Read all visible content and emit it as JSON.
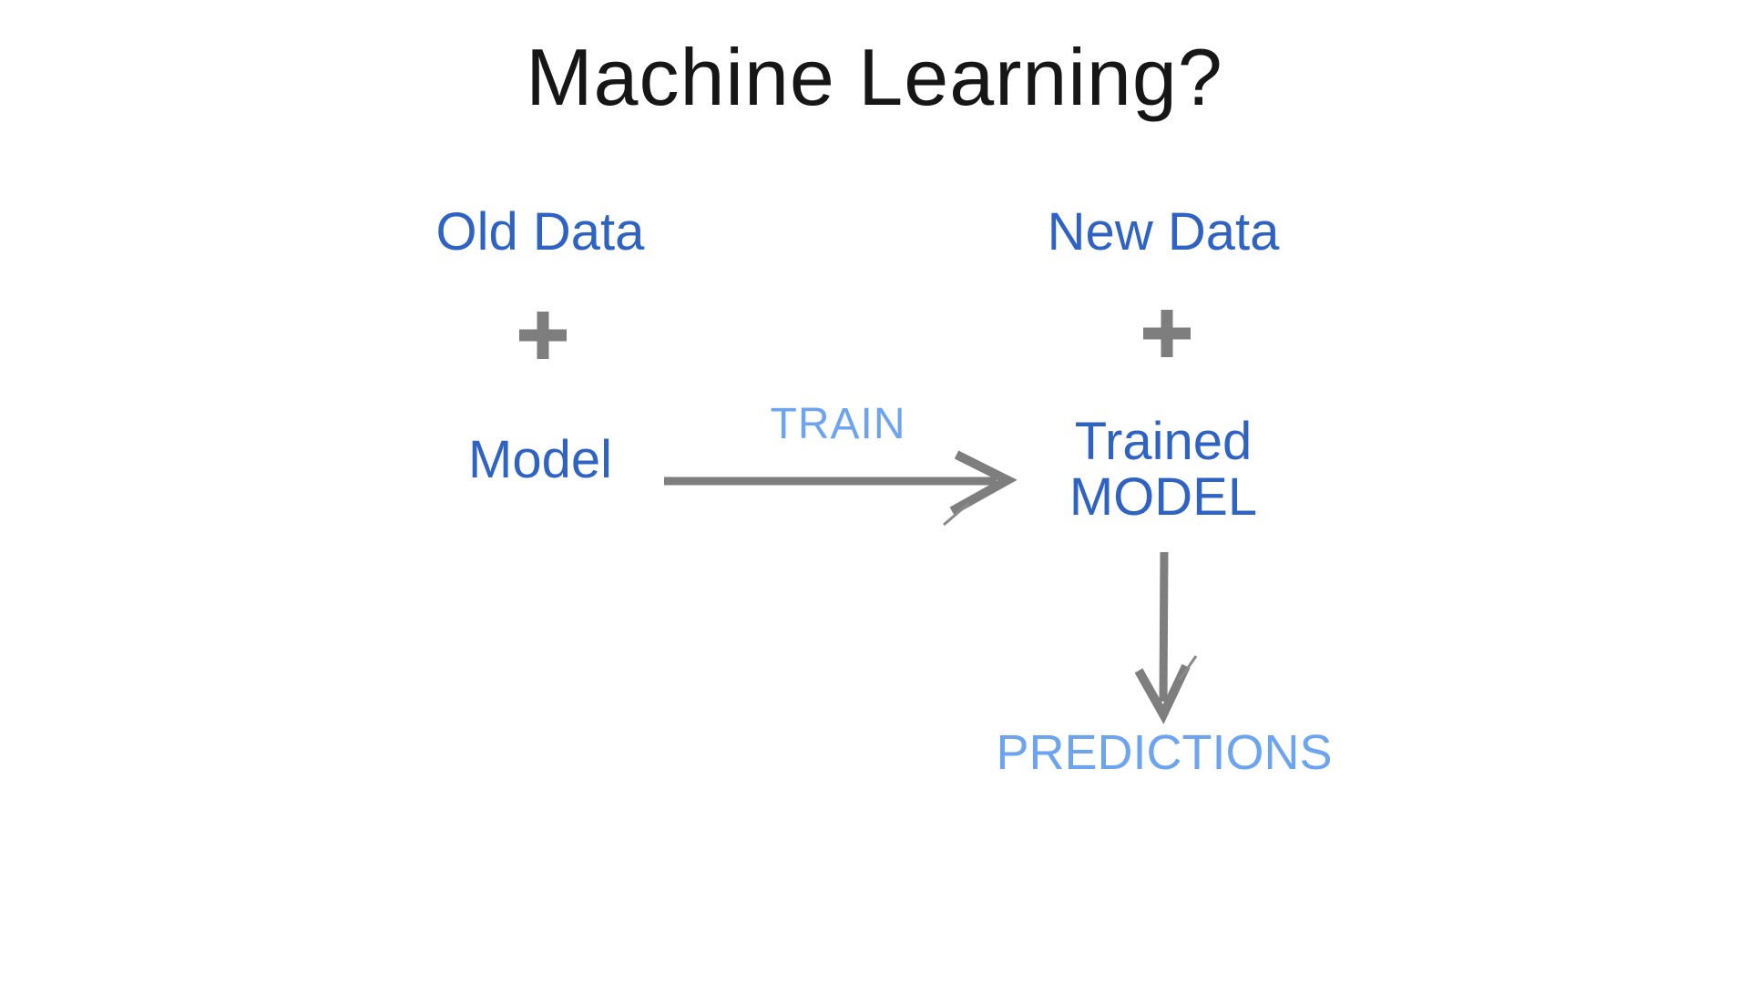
{
  "page": {
    "title": "Machine Learning?"
  },
  "diagram": {
    "left": {
      "data_label": "Old Data",
      "model_label": "Model"
    },
    "right": {
      "data_label": "New Data",
      "trained_line1": "Trained",
      "trained_line2": "MODEL"
    },
    "train_label": "TRAIN",
    "predictions_label": "PREDICTIONS",
    "icons": {
      "plus": "+",
      "right_arrow": "→",
      "down_arrow": "↓"
    },
    "colors": {
      "heading_text": "#161616",
      "primary_blue": "#2f63c3",
      "light_blue": "#6ca4f1",
      "gray": "#7e7e7e",
      "background": "#ffffff"
    }
  }
}
